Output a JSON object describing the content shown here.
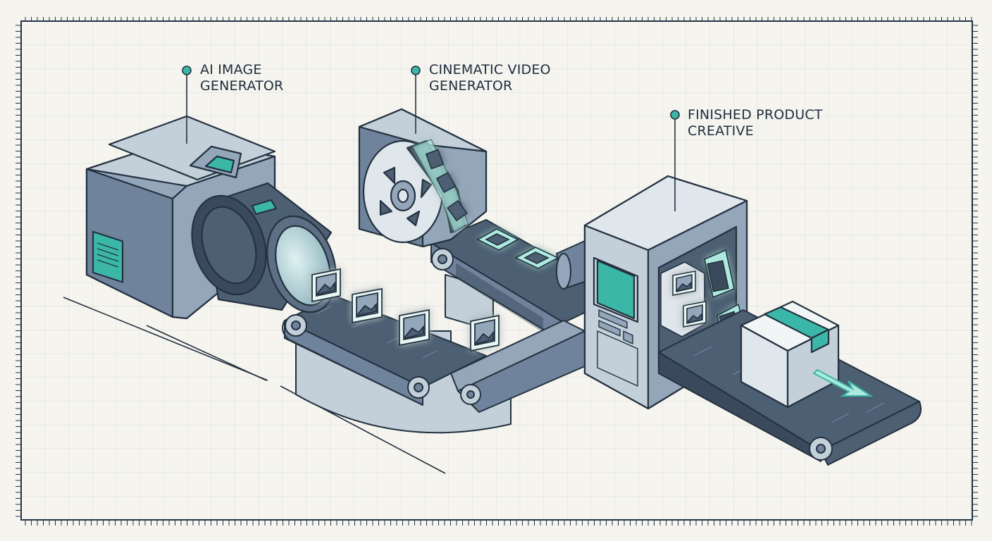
{
  "diagram": {
    "callouts": [
      {
        "id": "image-generator",
        "lines": [
          "AI IMAGE",
          "GENERATOR"
        ]
      },
      {
        "id": "video-generator",
        "lines": [
          "CINEMATIC VIDEO",
          "GENERATOR"
        ]
      },
      {
        "id": "finished-product",
        "lines": [
          "FINISHED PRODUCT",
          "CREATIVE"
        ]
      }
    ],
    "colors": {
      "background": "#f5f4ef",
      "grid": "#d9dcdc",
      "frame": "#243446",
      "outline": "#24313f",
      "machine_body": "#93a6ba",
      "machine_light": "#c3cfd9",
      "machine_dark": "#6f849c",
      "belt": "#4d5f73",
      "accent_teal": "#3bb7a7",
      "glow": "#9fe8dc"
    },
    "icons": [
      "camera-icon",
      "film-reel-icon",
      "image-frame-icon",
      "film-strip-icon",
      "box-icon",
      "arrow-icon"
    ]
  }
}
